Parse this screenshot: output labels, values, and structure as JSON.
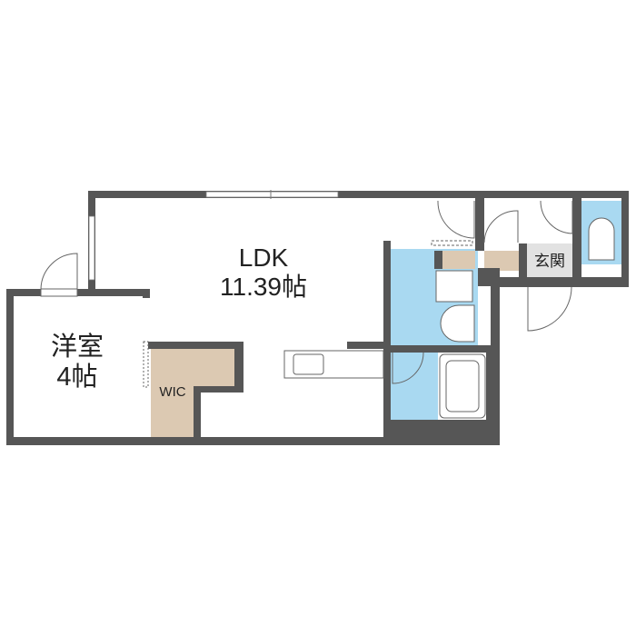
{
  "rooms": {
    "ldk": {
      "name": "LDK",
      "size": "11.39帖"
    },
    "western": {
      "name": "洋室",
      "size": "4帖"
    },
    "wic": {
      "name": "WIC"
    },
    "entrance": {
      "name": "玄関"
    }
  },
  "colors": {
    "wall": "#565656",
    "wet": "#a9d9f1",
    "storage": "#dcc9b2",
    "entry": "#e2e2e2"
  }
}
